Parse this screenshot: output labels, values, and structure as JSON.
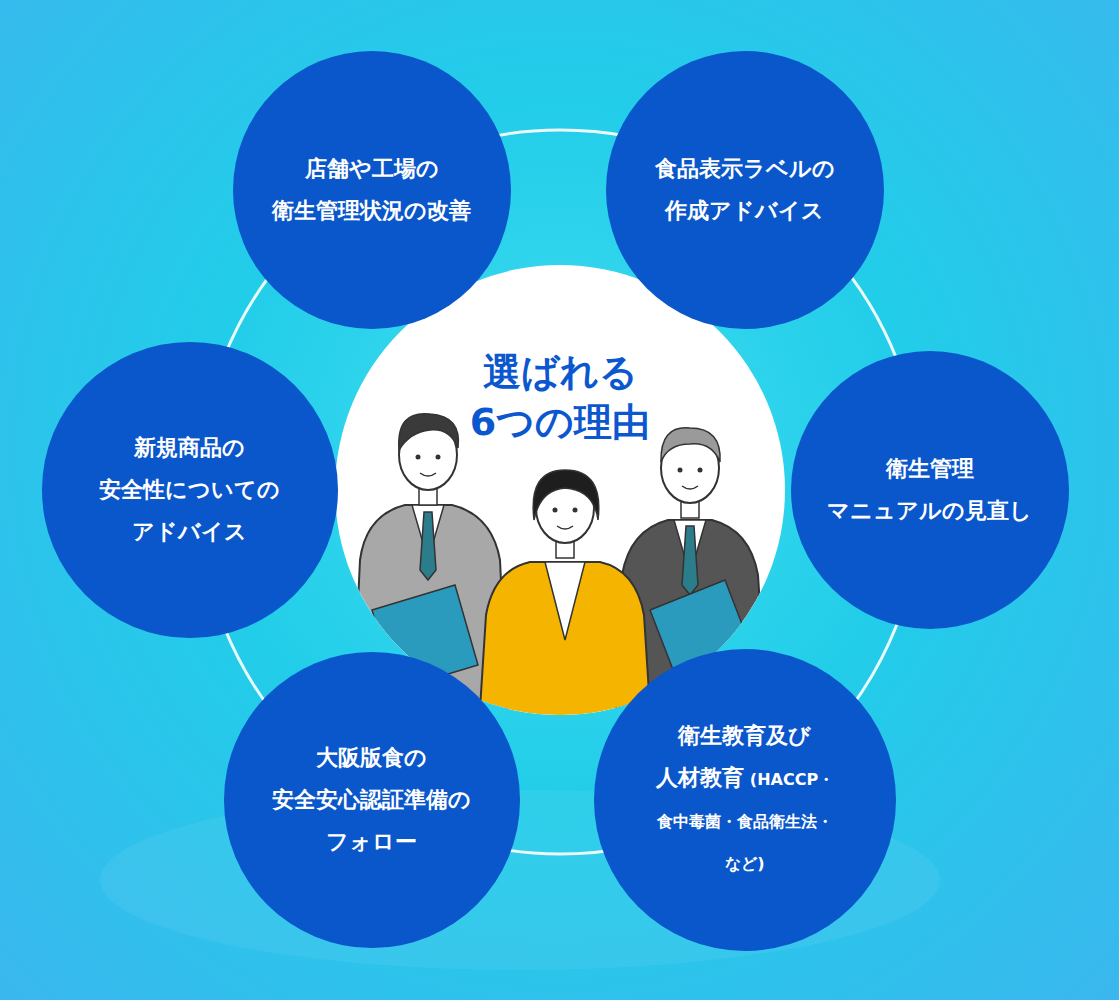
{
  "diagram": {
    "nodes": [
      {
        "text": [
          "選ばれる 6つの理由"
        ]
      },
      {
        "text": [
          "店舗や工場の 衛生管理状況の改善"
        ]
      },
      {
        "text": [
          "食品表示ラベルの 作成アドバイス"
        ]
      },
      {
        "text": [
          "新規商品の 安全性についての アドバイス"
        ]
      },
      {
        "text": [
          "衛生管理 マニュアルの見直し"
        ]
      },
      {
        "text": [
          "大阪版食の 安全安心認証準備の フォロー"
        ]
      },
      {
        "text": [
          "衛生教育及び 人材教育",
          "(HACCP・ 食中毒菌・食品衛生法・ など)"
        ]
      }
    ]
  }
}
